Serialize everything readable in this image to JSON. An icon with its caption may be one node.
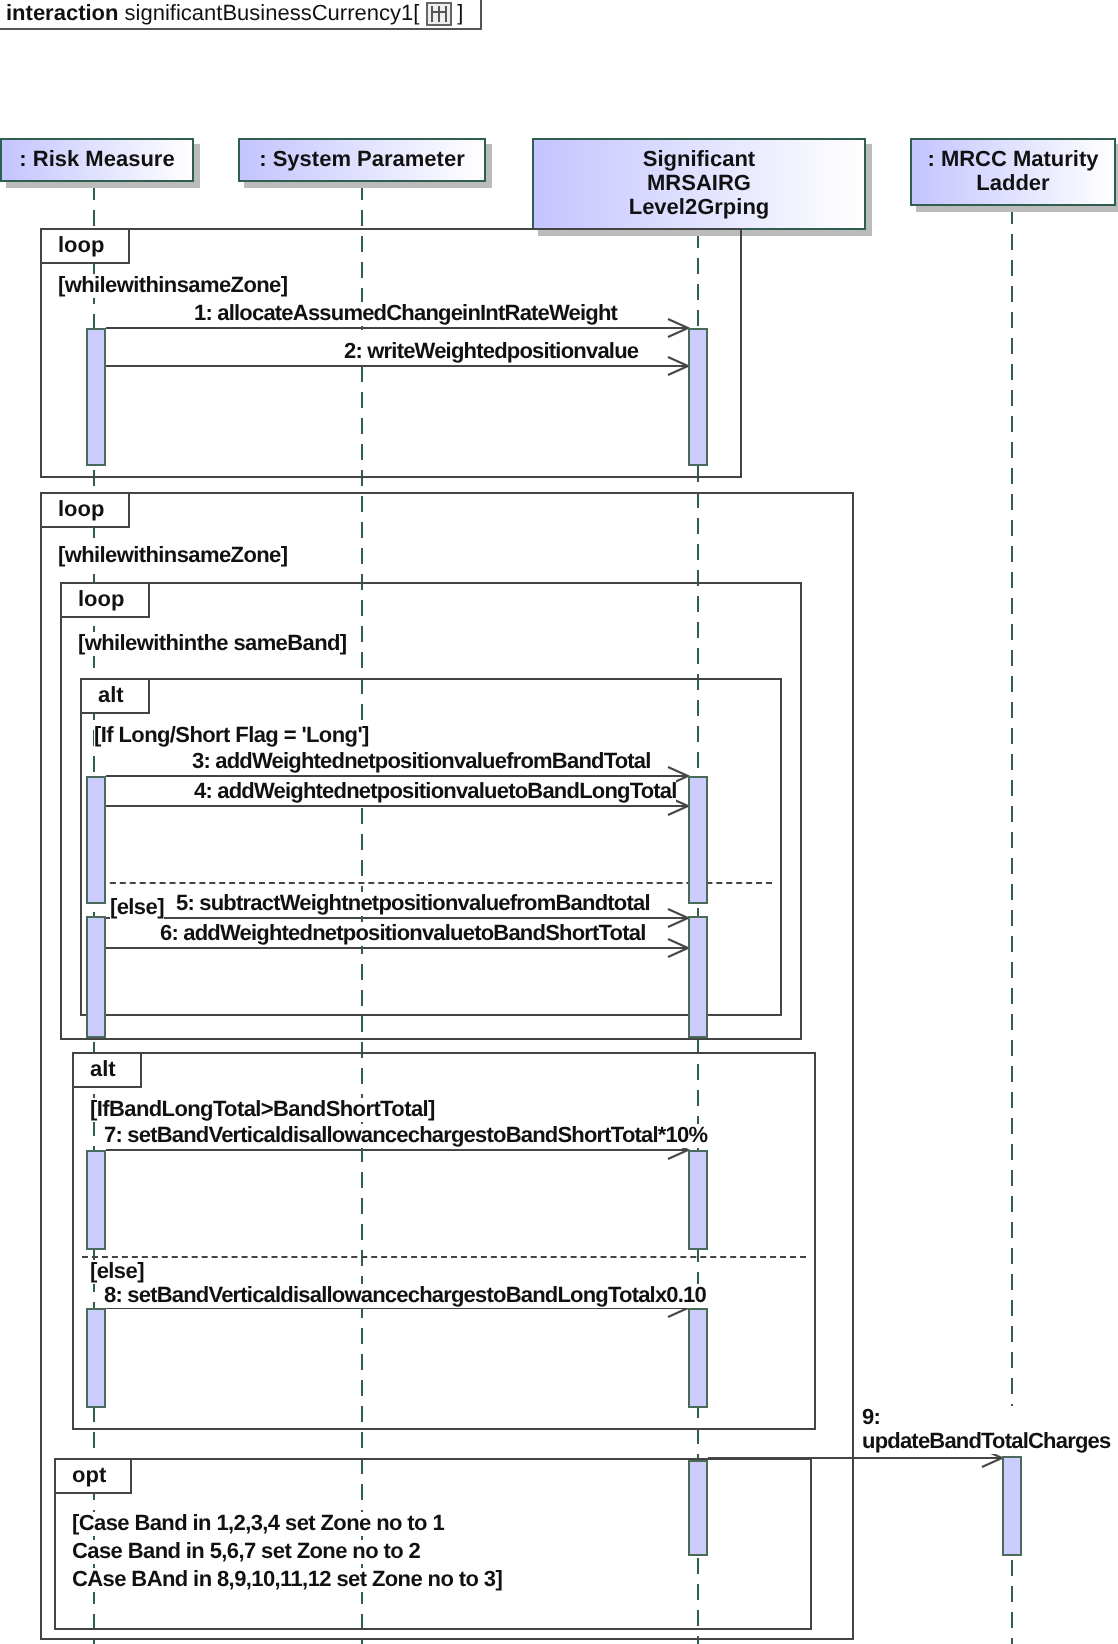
{
  "diagram": {
    "title": "**interaction** significantBusinessCurrency1[",
    "nodes": [
      {
        "text": [
          ": Risk Measure"
        ]
      },
      {
        "text": [
          ": System Parameter"
        ]
      },
      {
        "text": [
          "Significant MRSAIRG Level2Grping"
        ]
      },
      {
        "text": [
          ": MRCC Maturity Ladder"
        ]
      },
      {
        "text": [
          "loop",
          "[whilewithinsameZone]"
        ]
      },
      {
        "text": [],
        "shape": "bar",
        "in": 4
      },
      {
        "text": [],
        "shape": "bar",
        "in": 4
      },
      {
        "text": [
          "loop",
          "[whilewithinsameZone]"
        ]
      },
      {
        "text": [
          "loop",
          "[whilewithinthe sameBand]"
        ],
        "in": 7
      },
      {
        "text": [
          "alt",
          "[If Long/Short Flag = 'Long']",
          "[else]"
        ],
        "in": 8
      },
      {
        "text": [],
        "shape": "bar",
        "in": 9
      },
      {
        "text": [],
        "shape": "bar",
        "in": 9
      },
      {
        "text": [],
        "shape": "bar",
        "in": 8
      },
      {
        "text": [],
        "shape": "bar",
        "in": 8
      },
      {
        "text": [
          "alt",
          "[IfBandLongTotal>BandShortTotal]",
          "[else]"
        ],
        "in": 7
      },
      {
        "text": [],
        "shape": "bar",
        "in": 14
      },
      {
        "text": [],
        "shape": "bar",
        "in": 14
      },
      {
        "text": [],
        "shape": "bar",
        "in": 14
      },
      {
        "text": [],
        "shape": "bar",
        "in": 14
      },
      {
        "text": [
          "opt",
          "[Case Band in 1,2,3,4 set Zone no to 1",
          "Case Band in 5,6,7 set Zone no to 2",
          "CAse BAnd in 8,9,10,11,12 set Zone no to 3]"
        ],
        "in": 7
      },
      {
        "text": [],
        "shape": "bar",
        "in": 19
      },
      {
        "text": [],
        "shape": "bar"
      }
    ],
    "edges": [
      {
        "from": 5,
        "to": 6,
        "arrow": "to",
        "label": "1: allocateAssumedChangeinIntRateWeight"
      },
      {
        "from": 5,
        "to": 6,
        "arrow": "to",
        "label": "2: writeWeightedpositionvalue"
      },
      {
        "from": 10,
        "to": 11,
        "arrow": "to",
        "label": "3: addWeightednetpositionvaluefromBandTotal"
      },
      {
        "from": 10,
        "to": 11,
        "arrow": "to",
        "label": "4: addWeightednetpositionvaluetoBandLongTotal"
      },
      {
        "from": 12,
        "to": 13,
        "arrow": "to",
        "label": "5: subtractWeightnetpositionvaluefromBandtotal"
      },
      {
        "from": 12,
        "to": 13,
        "arrow": "to",
        "label": "6: addWeightednetpositionvaluetoBandShortTotal"
      },
      {
        "from": 15,
        "to": 16,
        "arrow": "to",
        "label": "7: setBandVerticaldisallowancechargestoBandShortTotal*10%"
      },
      {
        "from": 17,
        "to": 18,
        "arrow": "to",
        "label": "8: setBandVerticaldisallowancechargestoBandLongTotalx0.10"
      },
      {
        "from": 20,
        "to": 21,
        "arrow": "to",
        "label": "9: updateBandTotalCharges"
      },
      {
        "from": 0,
        "to": null,
        "arrow": "none",
        "style": "dashed",
        "color": "#2f5f4f"
      },
      {
        "from": 1,
        "to": null,
        "arrow": "none",
        "style": "dashed",
        "color": "#2f5f4f"
      },
      {
        "from": 2,
        "to": null,
        "arrow": "none",
        "style": "dashed",
        "color": "#2f5f4f"
      },
      {
        "from": 3,
        "to": null,
        "arrow": "none",
        "style": "dashed",
        "color": "#2f5f4f"
      }
    ],
    "labels": [
      "]"
    ]
  }
}
